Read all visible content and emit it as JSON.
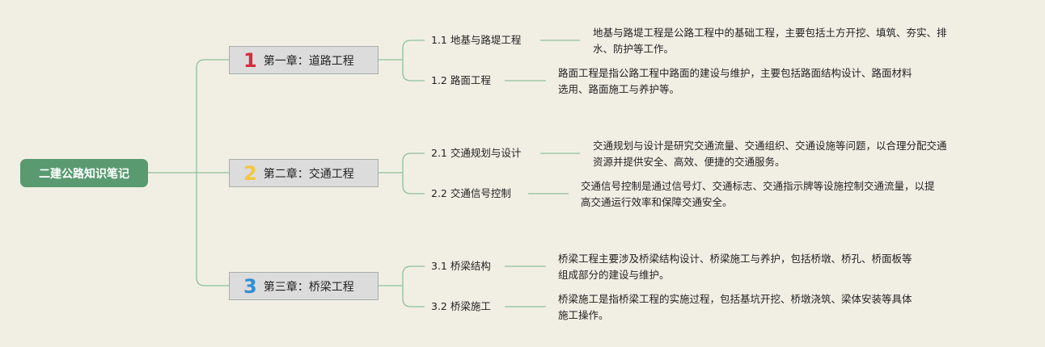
{
  "root": {
    "label": "二建公路知识笔记"
  },
  "chapters": [
    {
      "number": "1",
      "number_color": "#d62b3c",
      "title": "第一章：道路工程",
      "sections": [
        {
          "label": "1.1 地基与路堤工程",
          "desc_line1": "地基与路堤工程是公路工程中的基础工程，主要包括土方开挖、填筑、夯实、排",
          "desc_line2": "水、防护等工作。"
        },
        {
          "label": "1.2 路面工程",
          "desc_line1": "路面工程是指公路工程中路面的建设与维护，主要包括路面结构设计、路面材料",
          "desc_line2": "选用、路面施工与养护等。"
        }
      ]
    },
    {
      "number": "2",
      "number_color": "#f5c63f",
      "title": "第二章：交通工程",
      "sections": [
        {
          "label": "2.1 交通规划与设计",
          "desc_line1": "交通规划与设计是研究交通流量、交通组织、交通设施等问题，以合理分配交通",
          "desc_line2": "资源并提供安全、高效、便捷的交通服务。"
        },
        {
          "label": "2.2 交通信号控制",
          "desc_line1": "交通信号控制是通过信号灯、交通标志、交通指示牌等设施控制交通流量，以提",
          "desc_line2": "高交通运行效率和保障交通安全。"
        }
      ]
    },
    {
      "number": "3",
      "number_color": "#2f8fd6",
      "title": "第三章：桥梁工程",
      "sections": [
        {
          "label": "3.1 桥梁结构",
          "desc_line1": "桥梁工程主要涉及桥梁结构设计、桥梁施工与养护，包括桥墩、桥孔、桥面板等",
          "desc_line2": "组成部分的建设与维护。"
        },
        {
          "label": "3.2 桥梁施工",
          "desc_line1": "桥梁施工是指桥梁工程的实施过程，包括基坑开挖、桥墩浇筑、梁体安装等具体",
          "desc_line2": "施工操作。"
        }
      ]
    }
  ],
  "colors": {
    "background": "#f1efe4",
    "connector": "#8fbf9a",
    "root_fill": "#5a9a70"
  }
}
